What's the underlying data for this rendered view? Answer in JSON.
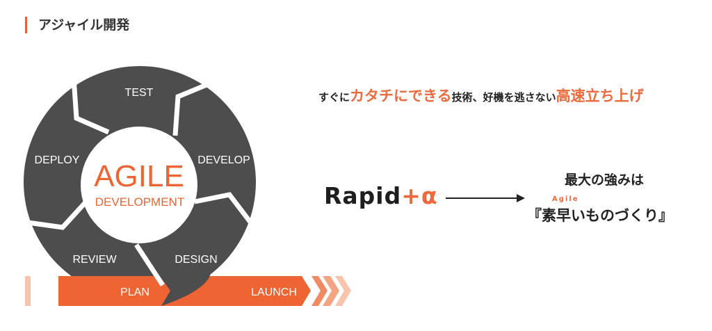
{
  "heading": "アジャイル開発",
  "diagram": {
    "center_title": "AGILE",
    "center_subtitle": "DEVELOPMENT",
    "phases": [
      "TEST",
      "DEVELOP",
      "DESIGN",
      "REVIEW",
      "DEPLOY"
    ],
    "band_labels": [
      "PLAN",
      "LAUNCH"
    ],
    "colors": {
      "dark": "#4d4d4d",
      "accent": "#ee6433"
    }
  },
  "tagline": {
    "part1": "すぐに",
    "highlight1": "カタチにできる",
    "part2": "技術、好機を逃さない",
    "highlight2": "高速立ち上げ"
  },
  "rapid": {
    "main": "Rapid",
    "plus": "+α"
  },
  "strength": {
    "label": "最大の強みは",
    "ruby": "Agile",
    "phrase": "『素早いものづくり』"
  }
}
